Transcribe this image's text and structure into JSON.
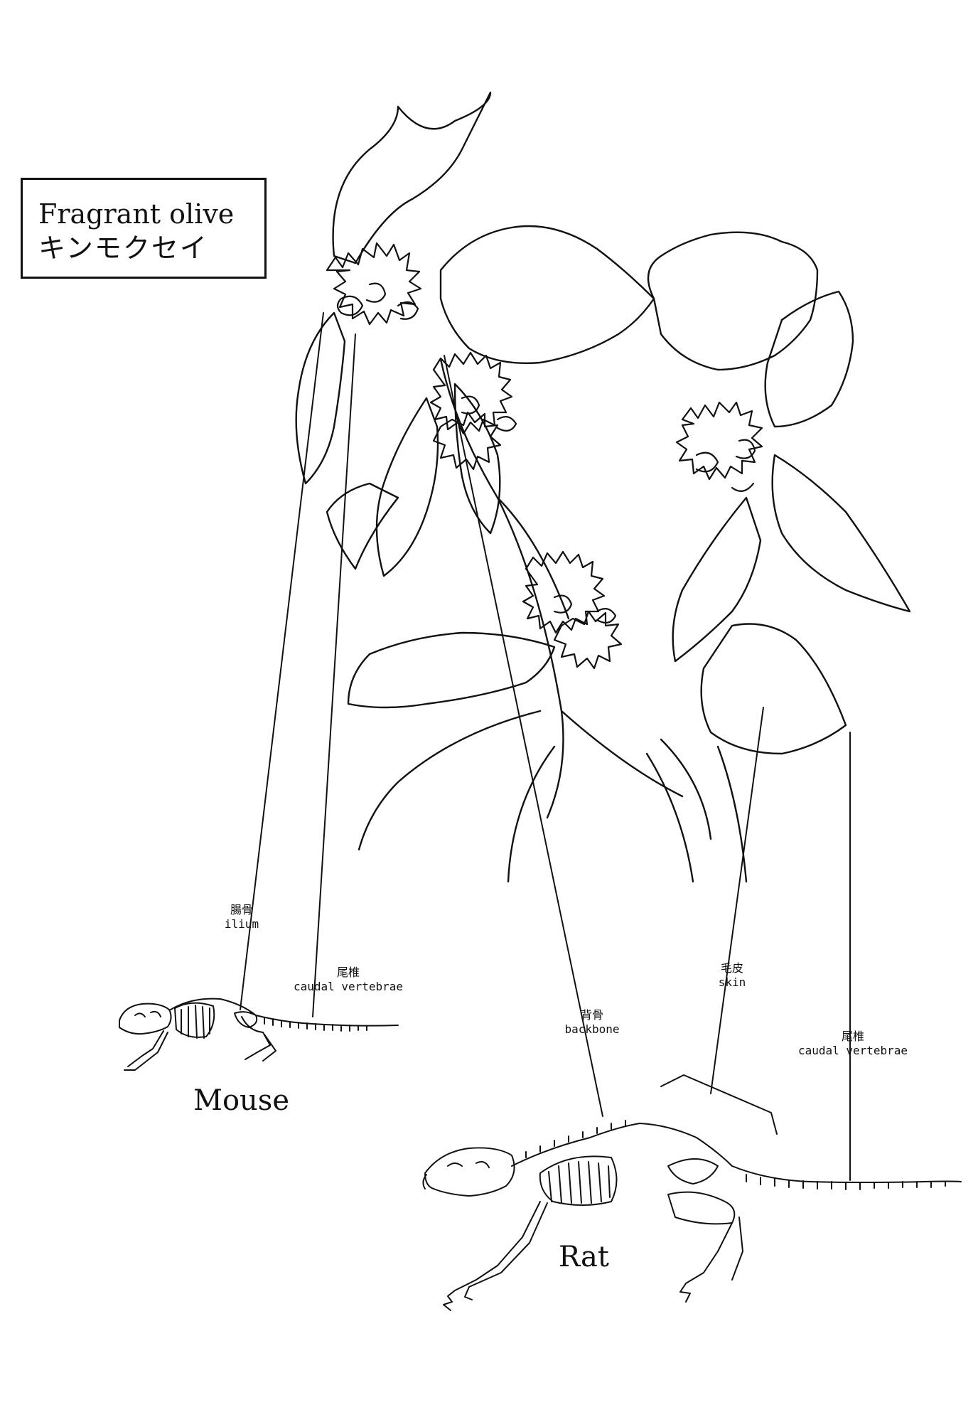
{
  "title": {
    "en": "Fragrant olive",
    "jp": "キンモクセイ"
  },
  "animals": {
    "mouse": "Mouse",
    "rat": "Rat"
  },
  "labels": {
    "ilium": {
      "jp": "腸骨",
      "en": "ilium"
    },
    "caudal_mouse": {
      "jp": "尾椎",
      "en": "caudal vertebrae"
    },
    "backbone": {
      "jp": "背骨",
      "en": "backbone"
    },
    "skin": {
      "jp": "毛皮",
      "en": "skin"
    },
    "caudal_rat": {
      "jp": "尾椎",
      "en": "caudal vertebrae"
    }
  },
  "colors": {
    "ink": "#111111",
    "background": "#ffffff"
  }
}
